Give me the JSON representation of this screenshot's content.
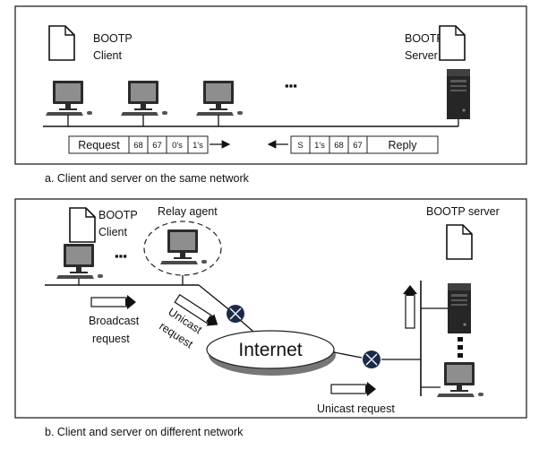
{
  "panel_a": {
    "client_label": [
      "BOOTP",
      "Client"
    ],
    "server_label": [
      "BOOTP",
      "Server"
    ],
    "ellipsis": "▪▪▪",
    "request_frame": {
      "label": "Request",
      "fields": [
        "68",
        "67",
        "0's",
        "1's"
      ]
    },
    "reply_frame": {
      "label": "Reply",
      "fields": [
        "S",
        "1's",
        "68",
        "67"
      ]
    },
    "caption": "a. Client and server on the same network"
  },
  "panel_b": {
    "client_label": [
      "BOOTP",
      "Client"
    ],
    "relay_label": "Relay agent",
    "server_label": "BOOTP server",
    "ellipsis": "▪▪▪",
    "broadcast_label": [
      "Broadcast",
      "request"
    ],
    "unicast_diag_label": [
      "Unicast",
      "request"
    ],
    "internet_label": "Internet",
    "unicast_label": "Unicast request",
    "caption": "b. Client and server on different network"
  },
  "colors": {
    "router": "#1c2a4a",
    "monitor": "#2b2b2b",
    "screen": "#9c9c9c",
    "border": "#222222"
  }
}
